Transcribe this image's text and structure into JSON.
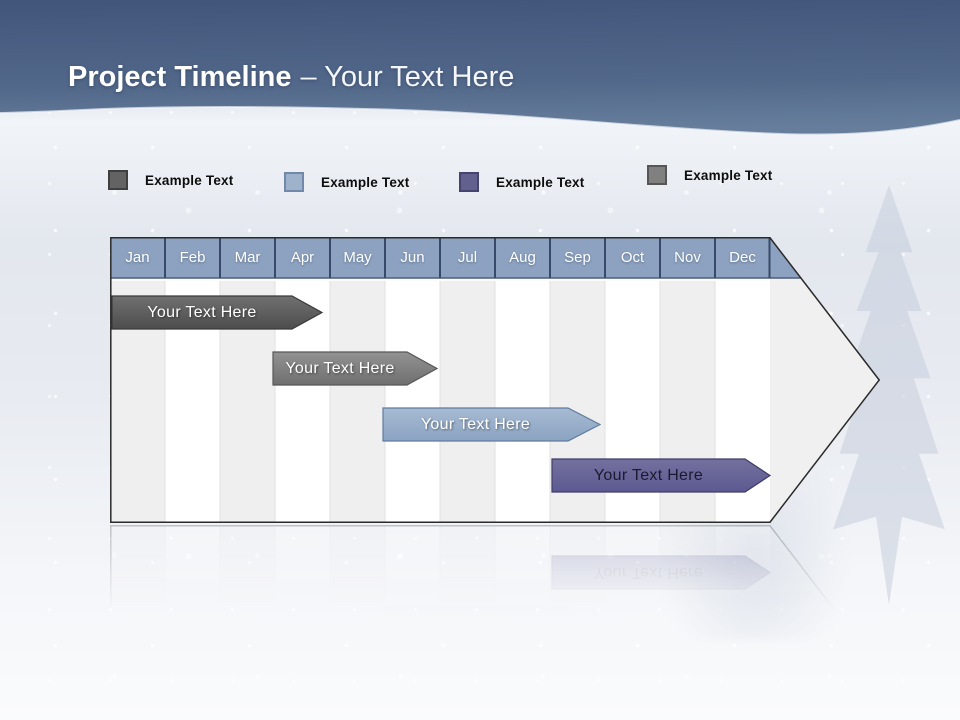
{
  "header": {
    "title_bold": "Project Timeline",
    "title_rest": "– Your Text Here",
    "band_color_top": "#41557a",
    "band_color_bottom": "#667e9c"
  },
  "legend": {
    "items": [
      {
        "label": "Example Text",
        "color": "#636363"
      },
      {
        "label": "Example Text",
        "color": "#9fb2cc"
      },
      {
        "label": "Example Text",
        "color": "#62608f"
      },
      {
        "label": "Example Text",
        "color": "#808080"
      }
    ]
  },
  "chart_data": {
    "type": "bar",
    "subtype": "gantt-timeline",
    "title": "Project Timeline – Your Text Here",
    "categories": [
      "Jan",
      "Feb",
      "Mar",
      "Apr",
      "May",
      "Jun",
      "Jul",
      "Aug",
      "Sep",
      "Oct",
      "Nov",
      "Dec"
    ],
    "month_header_color": "#8ca2c0",
    "column_stripe_color": "#efefef",
    "bars": [
      {
        "label": "Your Text Here",
        "start_month": "Jan",
        "end_month": "Mar",
        "row": 1,
        "color": "#595959",
        "text_color": "#ffffff"
      },
      {
        "label": "Your Text Here",
        "start_month": "Apr",
        "end_month": "Jun",
        "row": 2,
        "color": "#7f7f7f",
        "text_color": "#ffffff"
      },
      {
        "label": "Your Text Here",
        "start_month": "Jun",
        "end_month": "Sep",
        "row": 3,
        "color": "#95acc9",
        "text_color": "#ffffff"
      },
      {
        "label": "Your Text Here",
        "start_month": "Sep",
        "end_month": "Dec",
        "row": 4,
        "color": "#63619a",
        "text_color": "#1b1a30"
      }
    ]
  }
}
